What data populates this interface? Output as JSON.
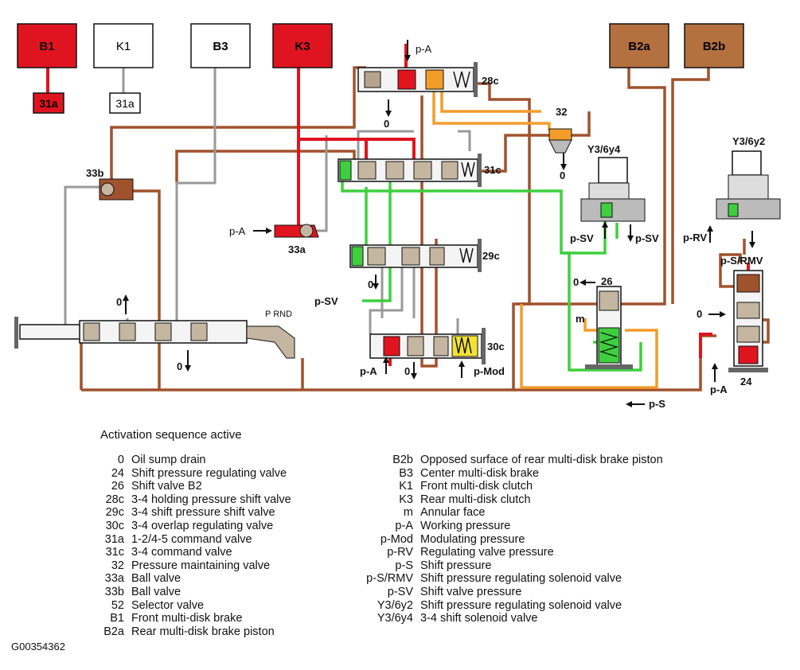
{
  "title": "Activation sequence active",
  "figure_id": "G00354362",
  "colors": {
    "working_pressure": "#e0141e",
    "brown_line": "#a0522d",
    "green_line": "#3ecf3e",
    "orange_line": "#f39c2a",
    "box_red": "#e01420",
    "box_brown": "#b5703f"
  },
  "boxes": {
    "b1": "B1",
    "k1": "K1",
    "b3": "B3",
    "k3": "K3",
    "b2a": "B2a",
    "b2b": "B2b",
    "s31a_left": "31a",
    "s31a_right": "31a"
  },
  "labels": {
    "pA_top": "p-A",
    "v28c": "28c",
    "zero_28c": "0",
    "v32": "32",
    "zero_32": "0",
    "y3_6y4": "Y3/6y4",
    "y3_6y2": "Y3/6y2",
    "v33b": "33b",
    "v31c": "31c",
    "pA_33a": "p-A",
    "v33a": "33a",
    "pSV_left": "p-SV",
    "pSV_right": "p-SV",
    "pRV": "p-RV",
    "pSRMV": "p-S/RMV",
    "v29c": "29c",
    "zero_29c": "0",
    "zero_26": "0",
    "v26": "26",
    "m": "m",
    "pSV_29c": "p-SV",
    "zero_sel": "0",
    "prnd": "P  RND",
    "zero_sel_down": "0",
    "v30c": "30c",
    "pA_30c": "p-A",
    "zero_30c": "0",
    "pMod": "p-Mod",
    "zero_24": "0",
    "pA_24": "p-A",
    "v24": "24",
    "pS": "p-S"
  },
  "legend_left": [
    {
      "code": "0",
      "desc": "Oil sump drain"
    },
    {
      "code": "24",
      "desc": "Shift pressure regulating valve"
    },
    {
      "code": "26",
      "desc": "Shift valve B2"
    },
    {
      "code": "28c",
      "desc": "3-4 holding pressure shift valve"
    },
    {
      "code": "29c",
      "desc": "3-4 shift pressure shift valve"
    },
    {
      "code": "30c",
      "desc": "3-4 overlap regulating valve"
    },
    {
      "code": "31a",
      "desc": "1-2/4-5 command valve"
    },
    {
      "code": "31c",
      "desc": "3-4 command valve"
    },
    {
      "code": "32",
      "desc": "Pressure maintaining valve"
    },
    {
      "code": "33a",
      "desc": "Ball valve"
    },
    {
      "code": "33b",
      "desc": "Ball valve"
    },
    {
      "code": "52",
      "desc": "Selector valve"
    },
    {
      "code": "B1",
      "desc": "Front multi-disk brake"
    },
    {
      "code": "B2a",
      "desc": "Rear multi-disk brake piston"
    }
  ],
  "legend_right": [
    {
      "code": "B2b",
      "desc": "Opposed surface of rear multi-disk brake piston"
    },
    {
      "code": "B3",
      "desc": "Center multi-disk brake"
    },
    {
      "code": "K1",
      "desc": "Front multi-disk clutch"
    },
    {
      "code": "K3",
      "desc": "Rear multi-disk clutch"
    },
    {
      "code": "m",
      "desc": "Annular face"
    },
    {
      "code": "p-A",
      "desc": "Working pressure"
    },
    {
      "code": "p-Mod",
      "desc": "Modulating pressure"
    },
    {
      "code": "p-RV",
      "desc": "Regulating valve pressure"
    },
    {
      "code": "p-S",
      "desc": "Shift pressure"
    },
    {
      "code": "p-S/RMV",
      "desc": "Shift pressure regulating solenoid valve"
    },
    {
      "code": "p-SV",
      "desc": "Shift valve pressure"
    },
    {
      "code": "Y3/6y2",
      "desc": "Shift pressure regulating solenoid valve"
    },
    {
      "code": "Y3/6y4",
      "desc": "3-4 shift solenoid valve"
    }
  ]
}
